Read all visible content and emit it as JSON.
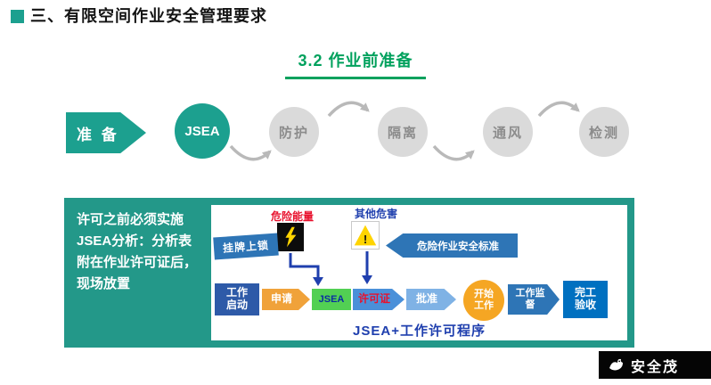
{
  "colors": {
    "teal": "#1CA08F",
    "green": "#00A15D",
    "dark_blue": "#1F3FAE",
    "steel_blue": "#2E75B6",
    "orange": "#F5A623",
    "red": "#E8112D"
  },
  "header": {
    "title": "三、有限空间作业安全管理要求"
  },
  "section": {
    "title": "3.2  作业前准备"
  },
  "prep_flow": {
    "start": "准 备",
    "steps": [
      "JSEA",
      "防护",
      "隔离",
      "通风",
      "检测"
    ]
  },
  "panel": {
    "note": "许可之前必须实施JSEA分析：分析表附在作业许可证后，现场放置",
    "labels": {
      "hazard_energy": "危险能量",
      "other_hazard": "其他危害",
      "lockout": "挂牌上锁",
      "standard": "危险作业安全标准",
      "caption": "JSEA+工作许可程序"
    },
    "flow": [
      {
        "label": "工作启动"
      },
      {
        "label": "申请"
      },
      {
        "label": "JSEA"
      },
      {
        "label": "许可证"
      },
      {
        "label": "批准"
      },
      {
        "label": "开始工作"
      },
      {
        "label": "工作监督"
      },
      {
        "label": "完工验收"
      }
    ]
  },
  "footer": {
    "brand": "安全茂"
  }
}
